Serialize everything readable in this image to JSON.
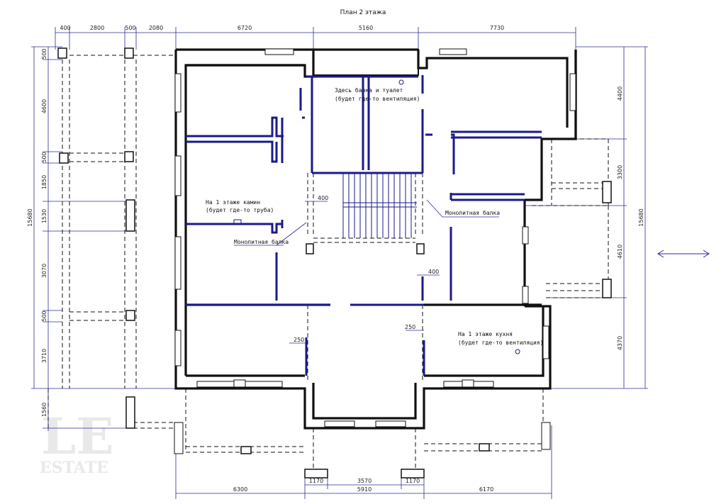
{
  "title": "План 2 этажа",
  "dims_top": [
    "400",
    "2800",
    "500",
    "2080",
    "6720",
    "5160",
    "7730"
  ],
  "dims_bottom": [
    "6300",
    "1170",
    "3570",
    "1170",
    "5910",
    "6170"
  ],
  "dims_left": [
    "500",
    "4600",
    "500",
    "1850",
    "1530",
    "3070",
    "500",
    "3710",
    "1560",
    "15680"
  ],
  "dims_right": [
    "4400",
    "3300",
    "4610",
    "4370",
    "15680"
  ],
  "dims_inner": [
    "400",
    "400",
    "250",
    "250"
  ],
  "notes": {
    "bathroom": [
      "Здесь банка и туалет",
      "(будет где-то вентиляция)"
    ],
    "fireplace": [
      "На 1 этаже камин",
      "(будет где-то труба)"
    ],
    "kitchen": [
      "На 1 этаже кухня",
      "(будет где-то вентиляция)"
    ],
    "beam_left": "Монолитная балка",
    "beam_right": "Монолитная балка"
  },
  "watermark": {
    "logo": "LE",
    "text": "ESTATE"
  },
  "colors": {
    "wall": "#111111",
    "accent": "#1a1a8c",
    "dim": "#2b2b9a"
  }
}
